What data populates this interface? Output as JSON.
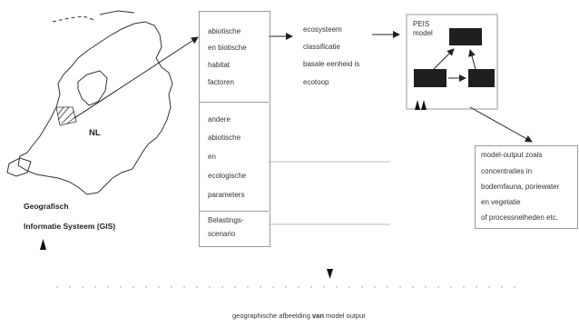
{
  "map": {
    "label_nl": "NL",
    "gis_line1": "Geografisch",
    "gis_line2": "Informatie Systeem (GIS)"
  },
  "column1": {
    "block1": [
      "abiotische",
      "en biotische",
      "habitat",
      "factoren"
    ],
    "block2": [
      "andere",
      "abiotische",
      "en",
      "ecologische",
      "parameters"
    ],
    "block3": [
      "Belastings-",
      "scenario"
    ]
  },
  "column2": {
    "lines": [
      "ecosysteem",
      "classificatie",
      "basale eenheid is",
      "ecotoop"
    ]
  },
  "model": {
    "title_line1": "PEIS",
    "title_line2": "model"
  },
  "output": {
    "lines": [
      "model-output zoals",
      "concentraties in",
      "bodemfauna, poriewater",
      "en vegetatie",
      "of processnelheden etc."
    ]
  },
  "caption": {
    "part1": "geographische afbeelding",
    "part2": "van",
    "part3": "model output"
  }
}
